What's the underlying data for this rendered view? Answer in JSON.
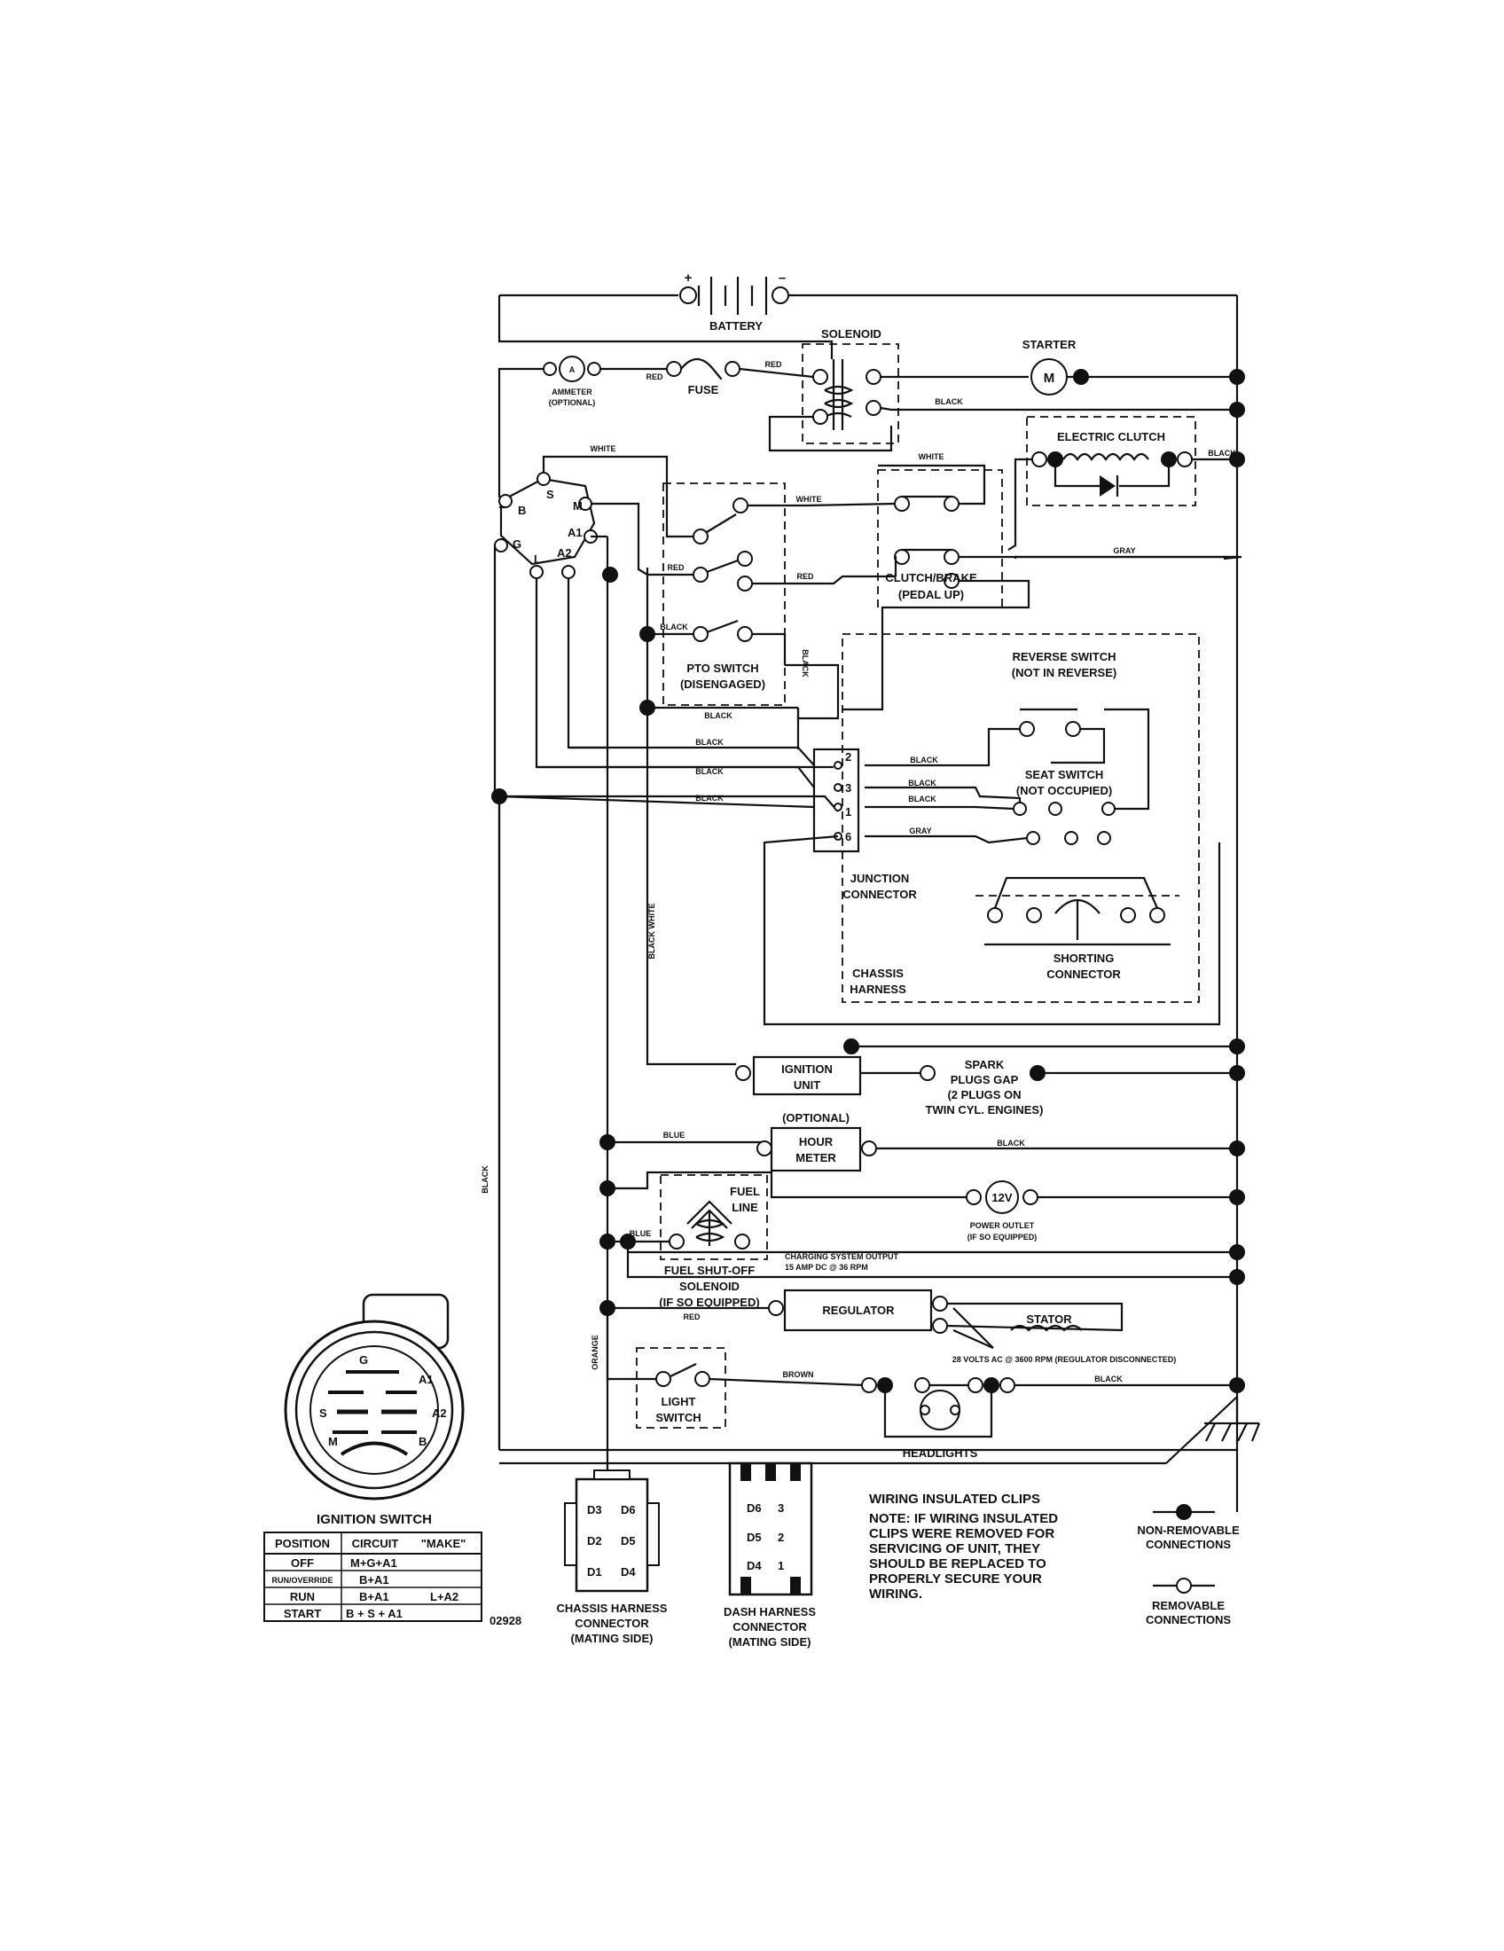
{
  "battery": {
    "label": "BATTERY",
    "plus": "+",
    "minus": "–"
  },
  "solenoid": {
    "label": "SOLENOID"
  },
  "starter": {
    "label": "STARTER",
    "symbol": "M"
  },
  "ammeter": {
    "label": "AMMETER",
    "note": "(OPTIONAL)",
    "symbol": "A"
  },
  "fuse": {
    "label": "FUSE"
  },
  "electric_clutch": {
    "label": "ELECTRIC CLUTCH"
  },
  "pto_switch": {
    "line1": "PTO SWITCH",
    "line2": "(DISENGAGED)"
  },
  "clutch_brake": {
    "line1": "CLUTCH/BRAKE",
    "line2": "(PEDAL UP)"
  },
  "reverse_switch": {
    "line1": "REVERSE SWITCH",
    "line2": "(NOT IN REVERSE)"
  },
  "seat_switch": {
    "line1": "SEAT SWITCH",
    "line2": "(NOT OCCUPIED)"
  },
  "junction_connector": {
    "line1": "JUNCTION",
    "line2": "CONNECTOR",
    "pins": [
      "2",
      "3",
      "1",
      "6"
    ]
  },
  "chassis_harness": {
    "line1": "CHASSIS",
    "line2": "HARNESS"
  },
  "shorting_connector": {
    "line1": "SHORTING",
    "line2": "CONNECTOR"
  },
  "ignition_unit": {
    "line1": "IGNITION",
    "line2": "UNIT"
  },
  "spark_plugs": {
    "line1": "SPARK",
    "line2": "PLUGS GAP",
    "line3": "(2 PLUGS ON",
    "line4": "TWIN CYL. ENGINES)"
  },
  "hour_meter": {
    "optional": "(OPTIONAL)",
    "line1": "HOUR",
    "line2": "METER"
  },
  "fuel_line": {
    "line1": "FUEL",
    "line2": "LINE"
  },
  "power_outlet": {
    "symbol": "12V",
    "line1": "POWER OUTLET",
    "line2": "(IF SO EQUIPPED)"
  },
  "fuel_solenoid": {
    "line1": "FUEL SHUT-OFF",
    "line2": "SOLENOID",
    "line3": "(IF SO EQUIPPED)"
  },
  "charging": {
    "line1": "CHARGING SYSTEM OUTPUT",
    "line2": "15 AMP DC @ 36 RPM"
  },
  "regulator": {
    "label": "REGULATOR"
  },
  "stator": {
    "label": "STATOR",
    "note": "28 VOLTS AC @ 3600 RPM (REGULATOR DISCONNECTED)"
  },
  "light_switch": {
    "line1": "LIGHT",
    "line2": "SWITCH"
  },
  "headlights": {
    "label": "HEADLIGHTS"
  },
  "ignition_terminals": [
    "S",
    "M",
    "B",
    "A1",
    "G",
    "L",
    "A2"
  ],
  "wire_labels": {
    "white": "WHITE",
    "red": "RED",
    "black": "BLACK",
    "gray": "GRAY",
    "blue": "BLUE",
    "brown": "BROWN",
    "orange": "ORANGE",
    "black_white": "BLACK WHITE"
  },
  "ignition_switch": {
    "title": "IGNITION SWITCH",
    "face_labels": [
      "G",
      "A1",
      "A2",
      "S",
      "M",
      "B"
    ],
    "headers": [
      "POSITION",
      "CIRCUIT",
      "\"MAKE\""
    ],
    "rows": [
      {
        "position": "OFF",
        "circuit": "M+G+A1",
        "extra": ""
      },
      {
        "position": "RUN/OVERRIDE",
        "circuit": "B+A1",
        "extra": ""
      },
      {
        "position": "RUN",
        "circuit": "B+A1",
        "extra": "L+A2"
      },
      {
        "position": "START",
        "circuit": "B + S + A1",
        "extra": ""
      }
    ]
  },
  "figure_number": "02928",
  "chassis_connector": {
    "line1": "CHASSIS HARNESS",
    "line2": "CONNECTOR",
    "line3": "(MATING SIDE)",
    "pins": [
      "D3",
      "D6",
      "D2",
      "D5",
      "D1",
      "D4"
    ]
  },
  "dash_connector": {
    "line1": "DASH HARNESS",
    "line2": "CONNECTOR",
    "line3": "(MATING SIDE)",
    "pins": [
      "D6",
      "3",
      "D5",
      "2",
      "D4",
      "1"
    ]
  },
  "note": {
    "title": "WIRING INSULATED CLIPS",
    "lines": [
      "NOTE: IF WIRING INSULATED",
      "CLIPS WERE REMOVED FOR",
      "SERVICING OF UNIT, THEY",
      "SHOULD BE REPLACED TO",
      "PROPERLY SECURE YOUR",
      "WIRING."
    ]
  },
  "legend": {
    "non_removable": [
      "NON-REMOVABLE",
      "CONNECTIONS"
    ],
    "removable": [
      "REMOVABLE",
      "CONNECTIONS"
    ]
  }
}
